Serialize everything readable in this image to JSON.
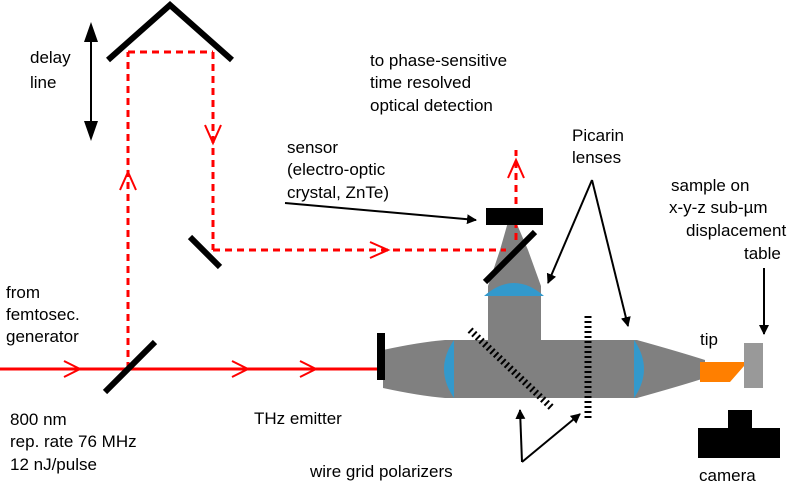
{
  "colors": {
    "laser": "#ff0000",
    "beam_gray": "#808080",
    "lens_blue": "#3399cc",
    "tip_orange": "#ff7f00",
    "sample_gray": "#999999",
    "ink": "#000000"
  },
  "labels": {
    "delay_line": [
      "delay",
      "line"
    ],
    "from_generator": [
      "from",
      "femtosec.",
      "generator"
    ],
    "laser_spec": [
      "800 nm",
      "rep. rate 76 MHz",
      "12 nJ/pulse"
    ],
    "detection": [
      "to phase-sensitive",
      "time resolved",
      "optical detection"
    ],
    "sensor": [
      "sensor",
      "(electro-optic",
      "crystal, ZnTe)"
    ],
    "picarin": [
      "Picarin",
      "lenses"
    ],
    "sample": [
      "sample on",
      "x-y-z sub-µm",
      "displacement",
      "table"
    ],
    "tip": "tip",
    "thz_emitter": "THz emitter",
    "polarizers": "wire grid polarizers",
    "camera": "camera"
  }
}
